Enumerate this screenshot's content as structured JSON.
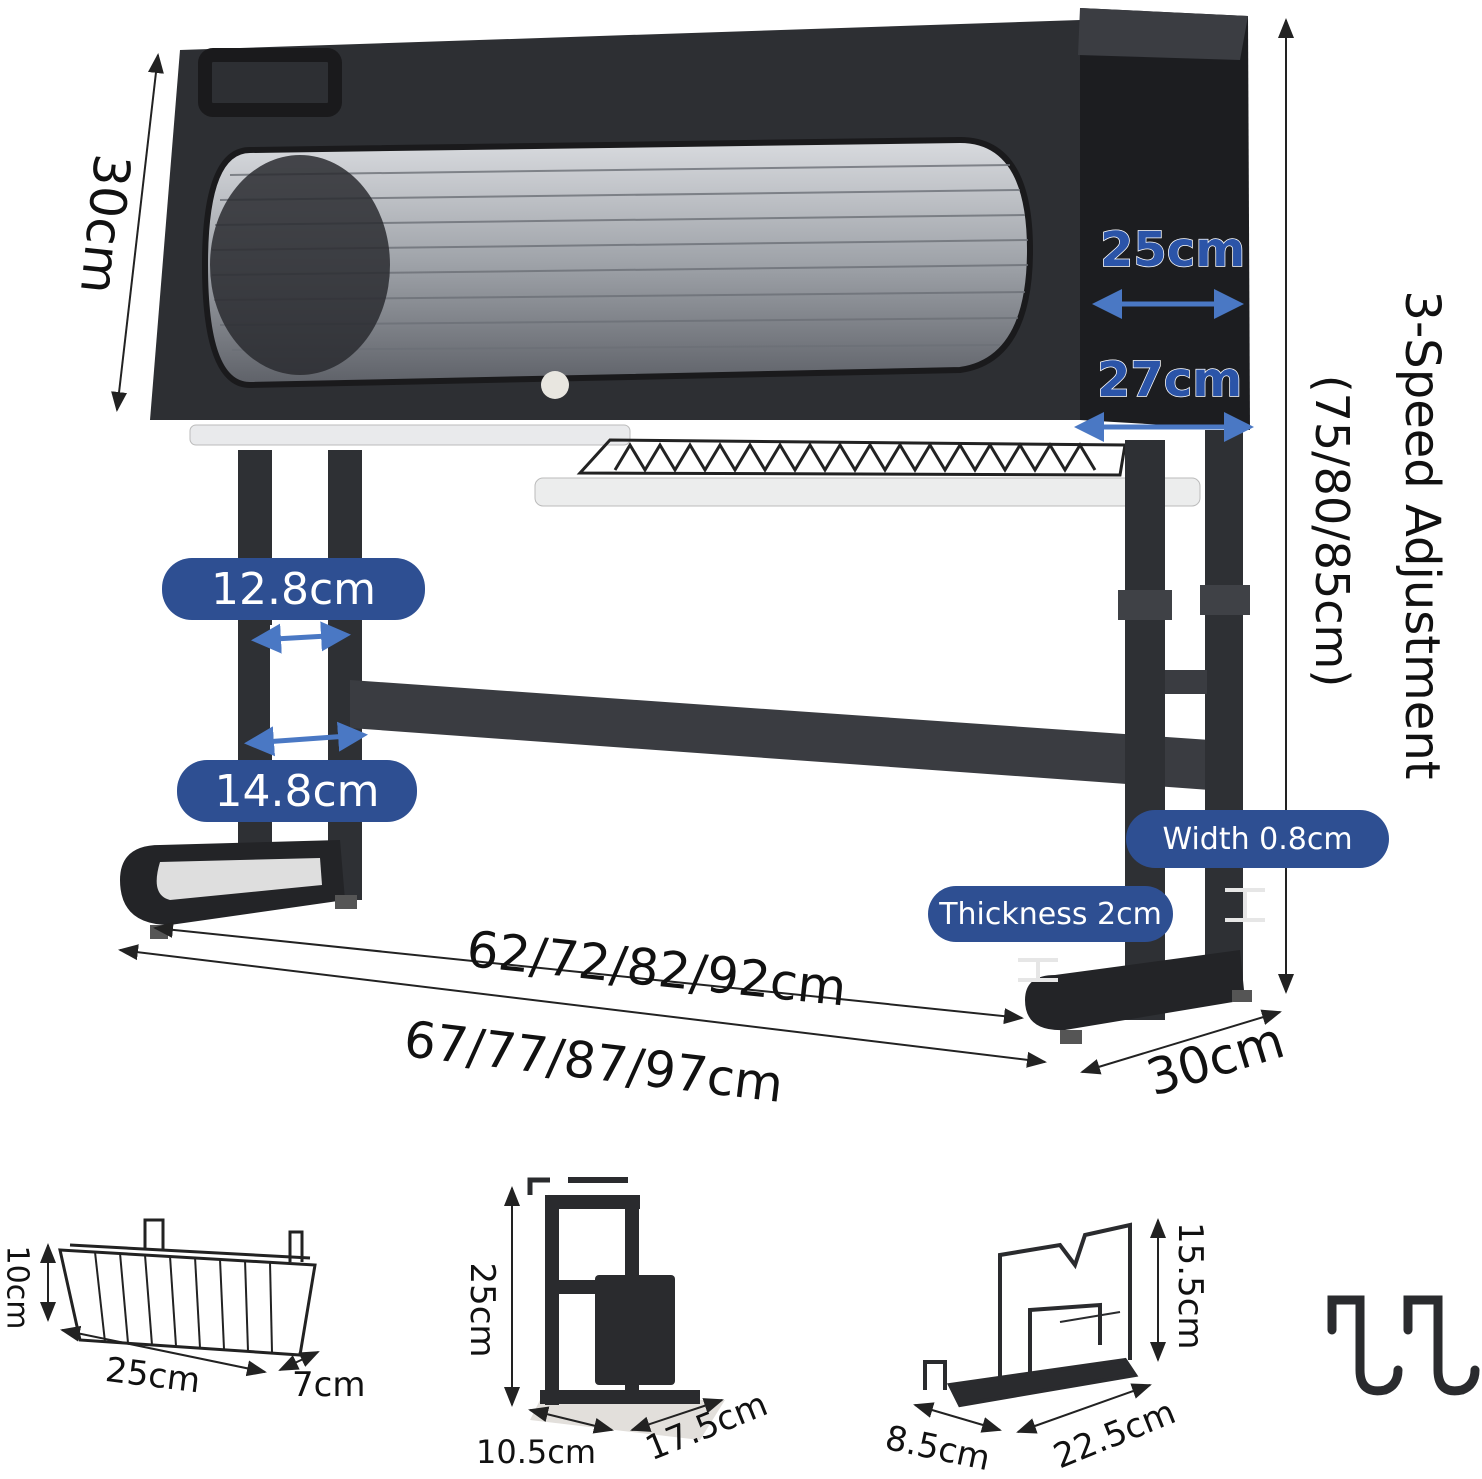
{
  "colors": {
    "frame": "#3a3c40",
    "frame_dark": "#1f2023",
    "pill": "#2e4f92",
    "arrow_blue": "#4a78c4",
    "text": "#111111"
  },
  "main_rack": {
    "height_top": "30cm",
    "inner_width_top": "25cm",
    "outer_width_top": "27cm",
    "height_adjust_title": "3-Speed Adjustment",
    "height_adjust_values": "(75/80/85cm)",
    "leg_gap_upper": "12.8cm",
    "leg_gap_lower": "14.8cm",
    "width_tag": "Width 0.8cm",
    "thickness_tag": "Thickness 2cm",
    "inner_length": "62/72/82/92cm",
    "outer_length": "67/77/87/97cm",
    "depth": "30cm"
  },
  "accessories": {
    "basket": {
      "height": "10cm",
      "length": "25cm",
      "depth": "7cm"
    },
    "utensil_holder": {
      "height": "25cm",
      "width": "10.5cm",
      "depth": "17.5cm"
    },
    "board_holder": {
      "height": "15.5cm",
      "depth": "8.5cm",
      "length": "22.5cm"
    },
    "hooks": {
      "icon": "hook-icon"
    }
  }
}
